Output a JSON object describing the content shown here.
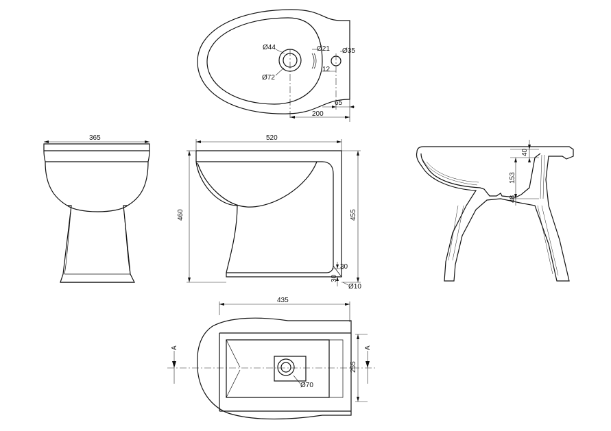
{
  "top_view": {
    "d44": "Ø44",
    "d21": "Ø21",
    "d35": "Ø35",
    "d72": "Ø72",
    "d12": "12",
    "d65": "65",
    "d200": "200"
  },
  "front_view": {
    "w365": "365"
  },
  "side_view": {
    "w520": "520",
    "h460": "460",
    "h455": "455",
    "d30a": "30",
    "d30b": "30",
    "d10": "Ø10"
  },
  "section_view": {
    "d40": "40",
    "d153": "153",
    "d48": "48"
  },
  "bottom_view": {
    "w435": "435",
    "h255": "255",
    "d70": "Ø70",
    "section_left": "A",
    "section_right": "A"
  }
}
